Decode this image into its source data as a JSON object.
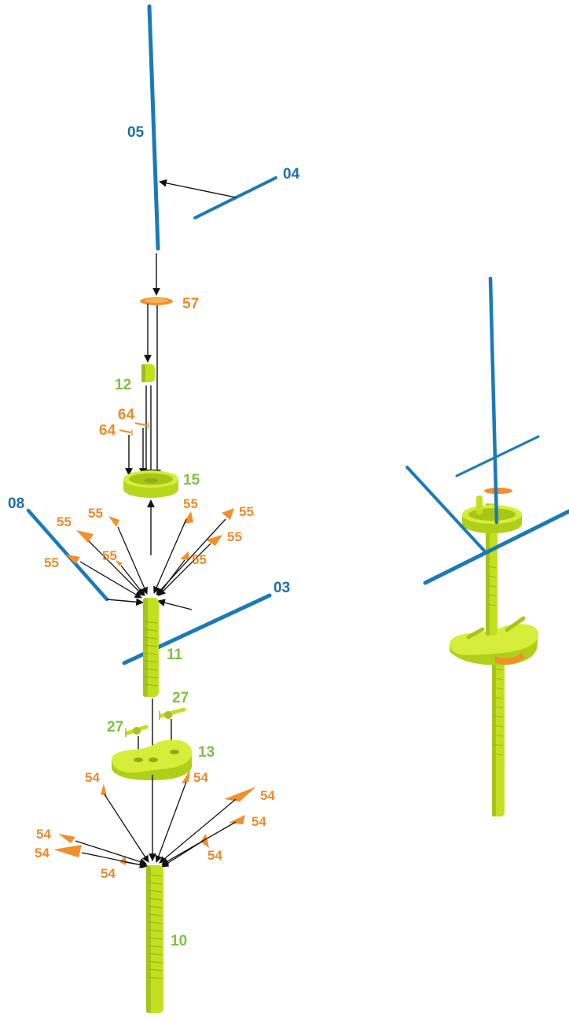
{
  "colors": {
    "rod_blue": "#1a7ab8",
    "part_green": "#c3e020",
    "part_green_dark": "#8fae14",
    "clip_orange": "#f0902a",
    "label_blue": "#1a6fb0",
    "label_green": "#7cc242",
    "label_orange": "#f08a28",
    "arrow": "#111111"
  },
  "labels": {
    "p05": "05",
    "p04": "04",
    "p57": "57",
    "p12": "12",
    "p64a": "64",
    "p64b": "64",
    "p15": "15",
    "p08": "08",
    "p03": "03",
    "p55a": "55",
    "p55b": "55",
    "p55c": "55",
    "p55d": "55",
    "p55e": "55",
    "p55f": "55",
    "p55g": "55",
    "p55h": "55",
    "p11": "11",
    "p27a": "27",
    "p27b": "27",
    "p13": "13",
    "p54a": "54",
    "p54b": "54",
    "p54c": "54",
    "p54d": "54",
    "p54e": "54",
    "p54f": "54",
    "p54g": "54",
    "p54h": "54",
    "p10": "10"
  }
}
